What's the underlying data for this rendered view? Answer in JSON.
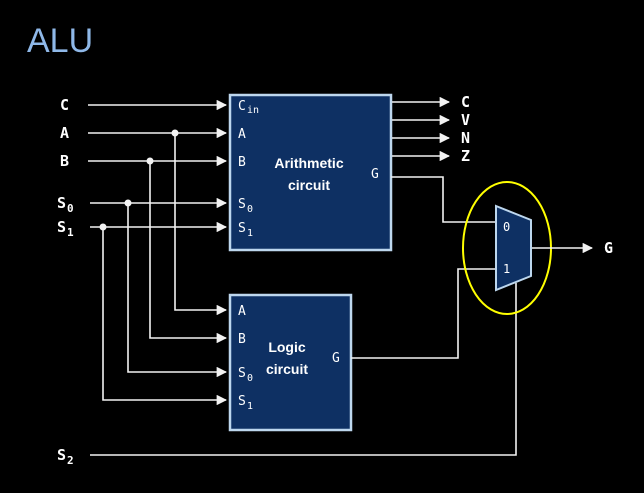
{
  "title": "ALU",
  "inputs": {
    "c": "C",
    "a": "A",
    "b": "B",
    "s_base": "S",
    "s0_sub": "0",
    "s1_sub": "1",
    "s2_sub": "2"
  },
  "arithmetic_box": {
    "pin_cin_base": "C",
    "pin_cin_sub": "in",
    "pin_a": "A",
    "pin_b": "B",
    "pin_s_base": "S",
    "pin_s0_sub": "0",
    "pin_s1_sub": "1",
    "label_line1": "Arithmetic",
    "label_line2": "circuit",
    "pin_g": "G"
  },
  "logic_box": {
    "pin_a": "A",
    "pin_b": "B",
    "pin_s_base": "S",
    "pin_s0_sub": "0",
    "pin_s1_sub": "1",
    "label_line1": "Logic",
    "label_line2": "circuit",
    "pin_g": "G"
  },
  "flags": [
    "C",
    "V",
    "N",
    "Z"
  ],
  "mux": {
    "input0": "0",
    "input1": "1"
  },
  "output_g": "G",
  "colors": {
    "background": "#000000",
    "title": "#8FB8E8",
    "box_fill": "#0E3063",
    "box_border": "#BDD7EE",
    "wire": "#F2F2F2",
    "highlight_ellipse": "#FFFF00",
    "text": "#FFFFFF"
  }
}
